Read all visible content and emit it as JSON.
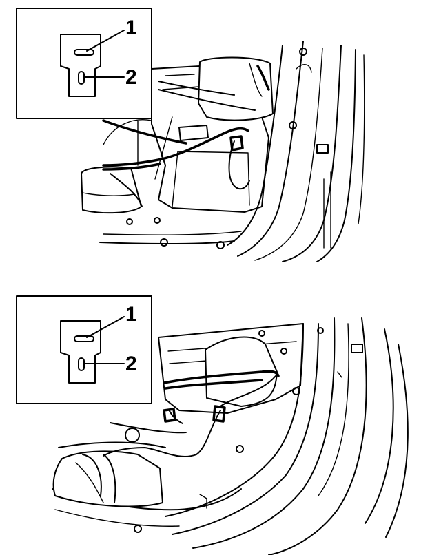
{
  "colors": {
    "line": "#000000",
    "background": "#ffffff"
  },
  "panels": [
    {
      "id": "top",
      "inset": {
        "callouts": [
          {
            "number": "1"
          },
          {
            "number": "2"
          }
        ]
      }
    },
    {
      "id": "bottom",
      "inset": {
        "callouts": [
          {
            "number": "1"
          },
          {
            "number": "2"
          }
        ]
      }
    }
  ]
}
